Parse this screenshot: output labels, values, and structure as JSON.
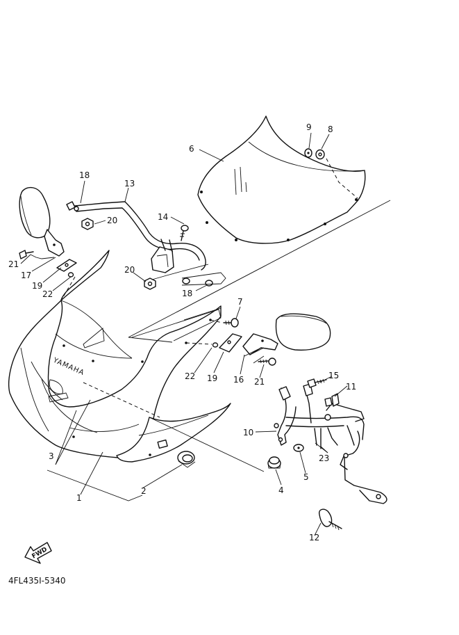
{
  "diagram": {
    "code": "4FL435I-5340",
    "fwd_label": "FWD",
    "brand_text": "YAMAHA",
    "labels": {
      "p1": "1",
      "p2": "2",
      "p3": "3",
      "p4": "4",
      "p5": "5",
      "p6": "6",
      "p7": "7",
      "p8": "8",
      "p9": "9",
      "p10": "10",
      "p11": "11",
      "p12": "12",
      "p13": "13",
      "p14": "14",
      "p15": "15",
      "p16": "16",
      "p17": "17",
      "p18a": "18",
      "p18b": "18",
      "p19a": "19",
      "p19b": "19",
      "p20a": "20",
      "p20b": "20",
      "p21a": "21",
      "p21b": "21",
      "p22a": "22",
      "p22b": "22",
      "p23": "23"
    }
  }
}
